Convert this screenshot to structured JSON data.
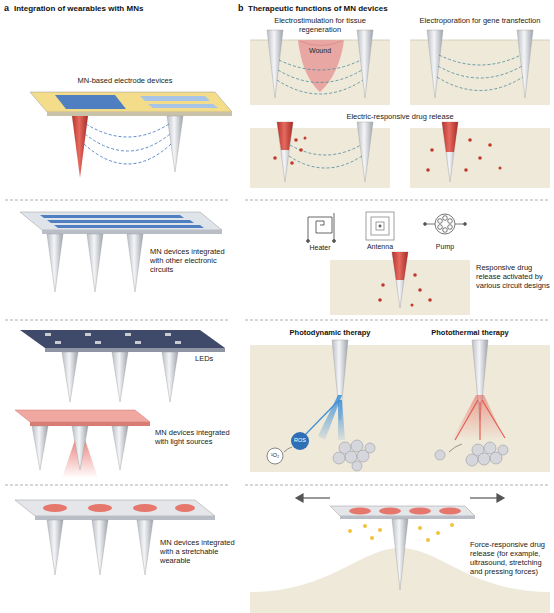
{
  "diagram": {
    "labels": [
      "a",
      "Integration of wearables with MNs",
      "b",
      "Therapeutic functions of MN devices",
      "MN-based electrode devices",
      "Electrostimulation for tissue regeneration",
      "Electroporation for gene transfection",
      "Wound",
      "Electric-responsive drug release",
      "MN devices integrated with other electronic circuits",
      "Heater",
      "Antenna",
      "Pump",
      "Responsive drug release activated by various circuit designs",
      "LEDs",
      "MN devices integrated with light sources",
      "Photodynamic therapy",
      "Photothermal therapy",
      "ROS",
      "¹O₂",
      "MN devices integrated with a stretchable wearable",
      "Force-responsive drug release (for example, ultrasound, stretching and pressing forces)"
    ]
  }
}
